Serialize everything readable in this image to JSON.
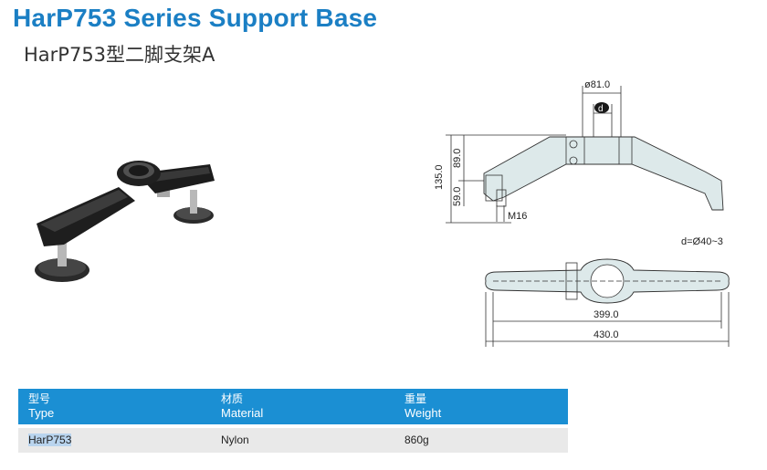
{
  "header": {
    "title": "HarP753 Series Support Base",
    "subtitle": "HarP753型二脚支架A"
  },
  "drawing": {
    "dim_top": "ø81.0",
    "dim_d": "d",
    "dim_total_height": "135.0",
    "dim_upper_height": "89.0",
    "dim_lower_height": "59.0",
    "thread": "M16",
    "bore_note": "d=Ø40~3",
    "dim_inner_length": "399.0",
    "dim_total_length": "430.0"
  },
  "table": {
    "headers": [
      {
        "cn": "型号",
        "en": "Type"
      },
      {
        "cn": "材质",
        "en": "Material"
      },
      {
        "cn": "重量",
        "en": "Weight"
      }
    ],
    "rows": [
      [
        "HarP753",
        "Nylon",
        "860g"
      ]
    ]
  }
}
